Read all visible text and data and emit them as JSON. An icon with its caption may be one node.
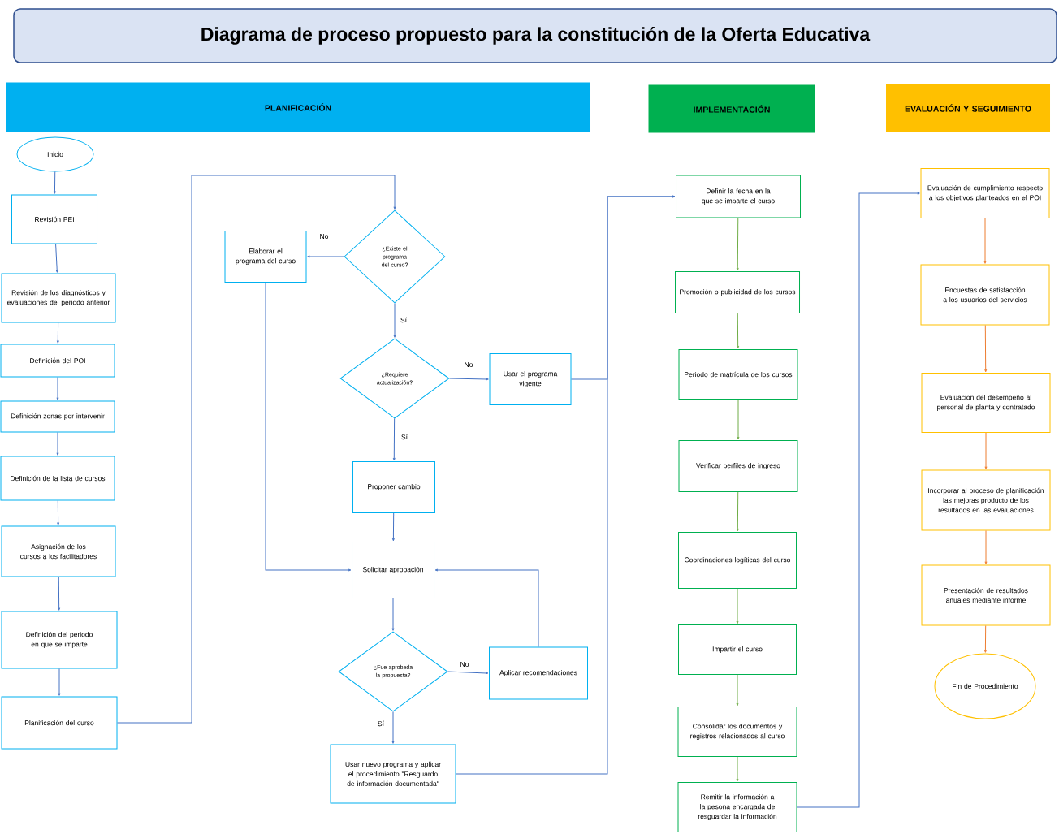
{
  "diagram": {
    "title": "Diagrama de proceso propuesto para la constitución de la Oferta Educativa",
    "nodes": [
      {
        "text": [
          "PLANIFICACIÓN"
        ]
      },
      {
        "text": [
          "IMPLEMENTACIÓN"
        ]
      },
      {
        "text": [
          "EVALUACIÓN Y SEGUIMIENTO"
        ]
      },
      {
        "text": [
          "Inicio"
        ]
      },
      {
        "text": [
          "Revisión PEI"
        ]
      },
      {
        "text": [
          "Revisión de los diagnósticos y evaluaciones del periodo anterior"
        ]
      },
      {
        "text": [
          "Definición del POI"
        ]
      },
      {
        "text": [
          "Definición zonas por intervenir"
        ]
      },
      {
        "text": [
          "Definición de la lista de cursos"
        ]
      },
      {
        "text": [
          "Asignación de los cursos a los facilitadores"
        ]
      },
      {
        "text": [
          "Definición del periodo en que se imparte"
        ]
      },
      {
        "text": [
          "Planificación del curso"
        ]
      },
      {
        "text": [
          "¿Existe el programa del curso?"
        ]
      },
      {
        "text": [
          "Elaborar el programa del curso"
        ]
      },
      {
        "text": [
          "¿Requiere actualización?"
        ]
      },
      {
        "text": [
          "Usar el programa vigente"
        ]
      },
      {
        "text": [
          "Proponer cambio"
        ]
      },
      {
        "text": [
          "Solicitar aprobación"
        ]
      },
      {
        "text": [
          "¿Fue aprobada la propuesta?"
        ]
      },
      {
        "text": [
          "Aplicar recomendaciones"
        ]
      },
      {
        "text": [
          "Usar nuevo programa y aplicar el procedimiento \"Resguardo de información documentada\""
        ]
      },
      {
        "text": [
          "Definir la fecha en la que se imparte el curso"
        ]
      },
      {
        "text": [
          "Promoción o publicidad de los cursos"
        ]
      },
      {
        "text": [
          "Periodo de matrícula de los cursos"
        ]
      },
      {
        "text": [
          "Verificar perfiles de ingreso"
        ]
      },
      {
        "text": [
          "Coordinaciones logíticas del curso"
        ]
      },
      {
        "text": [
          "Impartir el curso"
        ]
      },
      {
        "text": [
          "Consolidar los documentos y registros relacionados al curso"
        ]
      },
      {
        "text": [
          "Remitir la información a la pesona encargada de resguardar la información"
        ]
      },
      {
        "text": [
          "Evaluación de cumplimiento respecto a los objetivos planteados en el POI"
        ]
      },
      {
        "text": [
          "Encuestas de satisfacción a los usuarios del servicios"
        ]
      },
      {
        "text": [
          "Evaluación del desempeño al personal de planta y contratado"
        ]
      },
      {
        "text": [
          "Incorporar al proceso de planificación las mejoras producto de los resultados en las evaluaciones"
        ]
      },
      {
        "text": [
          "Presentación de resultados anuales mediante informe"
        ]
      },
      {
        "text": [
          "Fin de Procedimiento"
        ]
      }
    ],
    "edges": [
      {
        "from": 3,
        "to": 4,
        "arrow": "to"
      },
      {
        "from": 4,
        "to": 5,
        "arrow": "to"
      },
      {
        "from": 5,
        "to": 6,
        "arrow": "to"
      },
      {
        "from": 6,
        "to": 7,
        "arrow": "to"
      },
      {
        "from": 7,
        "to": 8,
        "arrow": "to"
      },
      {
        "from": 8,
        "to": 9,
        "arrow": "to"
      },
      {
        "from": 9,
        "to": 10,
        "arrow": "to"
      },
      {
        "from": 10,
        "to": 11,
        "arrow": "to"
      },
      {
        "from": 11,
        "to": 12,
        "arrow": "to"
      },
      {
        "from": 12,
        "to": 13,
        "arrow": "to",
        "label": "No"
      },
      {
        "from": 12,
        "to": 14,
        "arrow": "to",
        "label": "Sí"
      },
      {
        "from": 14,
        "to": 15,
        "arrow": "to",
        "label": "No"
      },
      {
        "from": 14,
        "to": 16,
        "arrow": "to",
        "label": "Sí"
      },
      {
        "from": 13,
        "to": 17,
        "arrow": "to"
      },
      {
        "from": 16,
        "to": 17,
        "arrow": "to"
      },
      {
        "from": 17,
        "to": 18,
        "arrow": "to"
      },
      {
        "from": 18,
        "to": 19,
        "arrow": "to",
        "label": "No"
      },
      {
        "from": 19,
        "to": 17,
        "arrow": "to"
      },
      {
        "from": 18,
        "to": 20,
        "arrow": "to",
        "label": "Sí"
      },
      {
        "from": 15,
        "to": 21,
        "arrow": "to"
      },
      {
        "from": 20,
        "to": 21,
        "arrow": "to"
      },
      {
        "from": 21,
        "to": 22,
        "arrow": "to",
        "color": "#70ad47"
      },
      {
        "from": 22,
        "to": 23,
        "arrow": "to",
        "color": "#70ad47"
      },
      {
        "from": 23,
        "to": 24,
        "arrow": "to",
        "color": "#70ad47"
      },
      {
        "from": 24,
        "to": 25,
        "arrow": "to",
        "color": "#70ad47"
      },
      {
        "from": 25,
        "to": 26,
        "arrow": "to",
        "color": "#70ad47"
      },
      {
        "from": 26,
        "to": 27,
        "arrow": "to",
        "color": "#70ad47"
      },
      {
        "from": 27,
        "to": 28,
        "arrow": "to",
        "color": "#70ad47"
      },
      {
        "from": 28,
        "to": 29,
        "arrow": "to"
      },
      {
        "from": 29,
        "to": 30,
        "arrow": "to",
        "color": "#ed7d31"
      },
      {
        "from": 30,
        "to": 31,
        "arrow": "to",
        "color": "#ed7d31"
      },
      {
        "from": 31,
        "to": 32,
        "arrow": "to",
        "color": "#ed7d31"
      },
      {
        "from": 32,
        "to": 33,
        "arrow": "to",
        "color": "#ed7d31"
      },
      {
        "from": 33,
        "to": 34,
        "arrow": "to",
        "color": "#ed7d31"
      }
    ]
  }
}
